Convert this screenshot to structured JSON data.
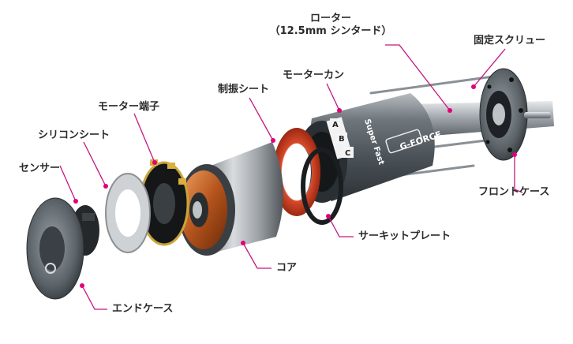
{
  "labels": {
    "rotor_line1": "ローター",
    "rotor_line2": "（12.5mm シンタード）",
    "fixing_screw": "固定スクリュー",
    "motor_can": "モーターカン",
    "damping_sheet": "制振シート",
    "motor_terminal": "モーター端子",
    "silicone_sheet": "シリコンシート",
    "sensor": "センサー",
    "front_case": "フロントケース",
    "circuit_plate": "サーキットプレート",
    "core": "コア",
    "end_case": "エンドケース"
  },
  "can_print": {
    "brand": "G-FORCE",
    "tagline": "Super Fast",
    "letters": [
      "A",
      "B",
      "C"
    ]
  },
  "colors": {
    "leader": "#c4177f",
    "text": "#2a2a2a",
    "dot": "#e0007a"
  }
}
